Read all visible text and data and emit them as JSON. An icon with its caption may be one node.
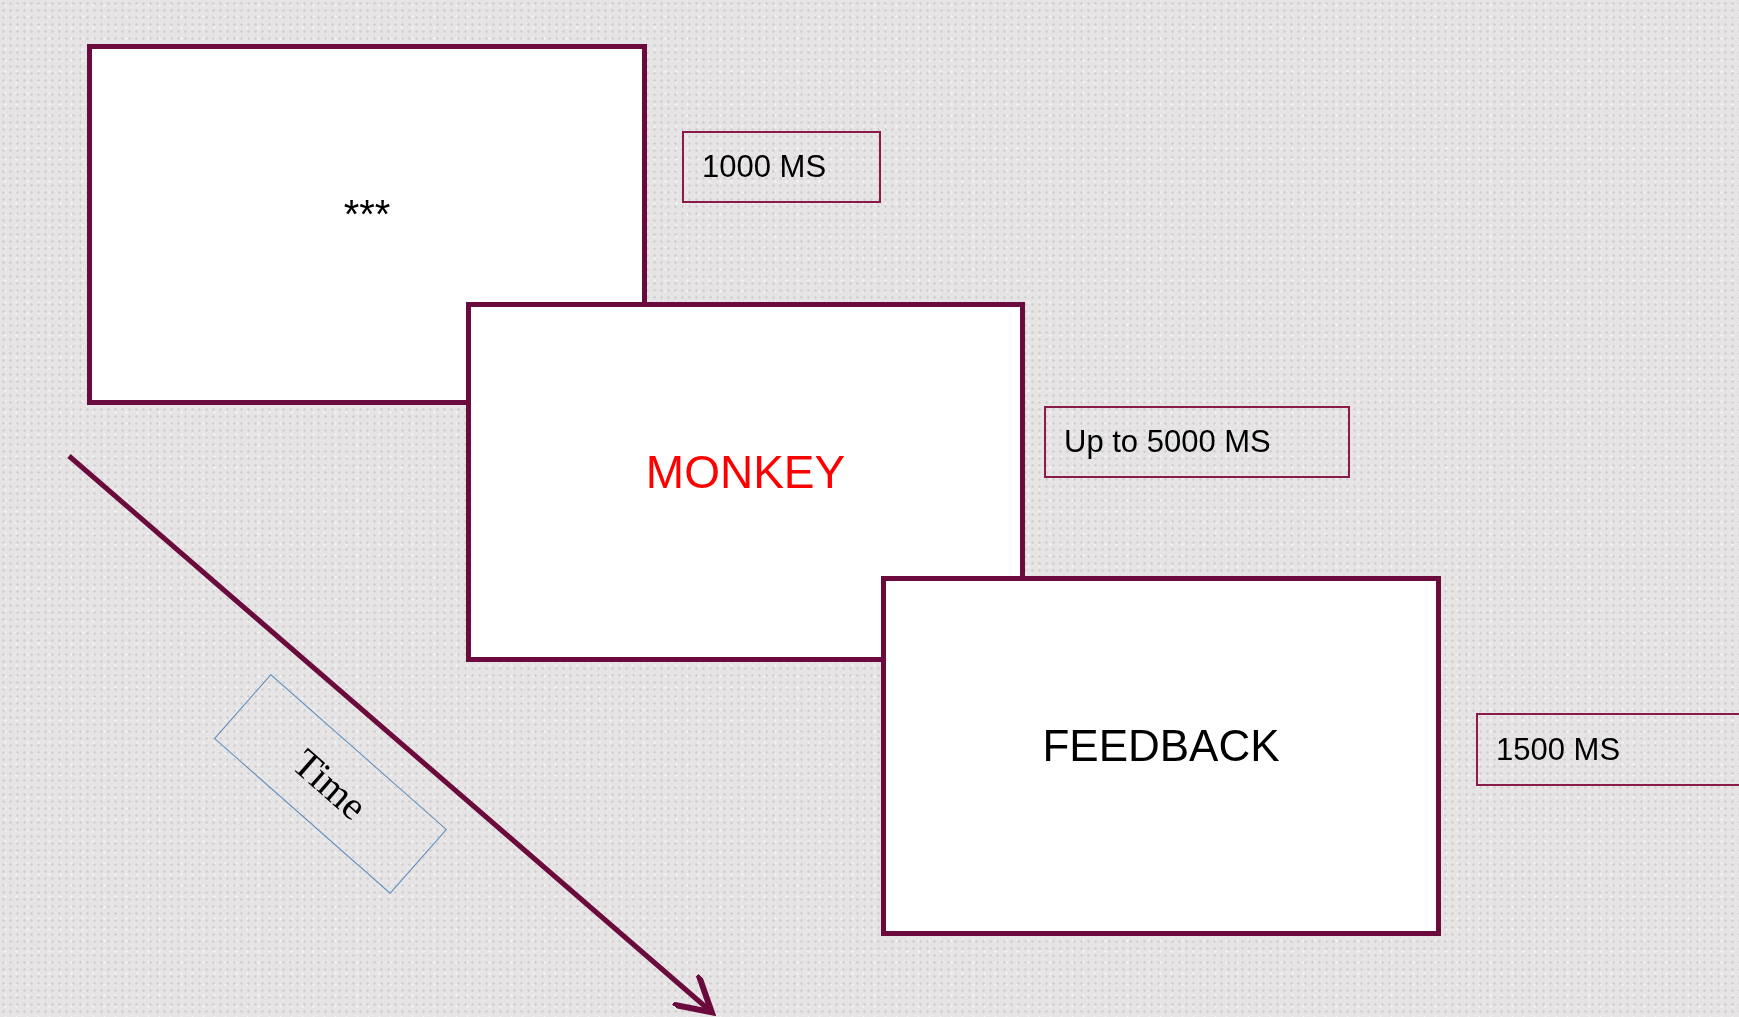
{
  "diagram": {
    "nodes": [
      {
        "text": [
          "***"
        ]
      },
      {
        "text": [
          "MONKEY"
        ]
      },
      {
        "text": [
          "FEEDBACK"
        ]
      },
      {
        "text": [
          "1000 MS"
        ]
      },
      {
        "text": [
          "Up to 5000 MS"
        ]
      },
      {
        "text": [
          "1500 MS"
        ]
      },
      {
        "text": [
          "Time"
        ]
      }
    ],
    "edges": []
  }
}
